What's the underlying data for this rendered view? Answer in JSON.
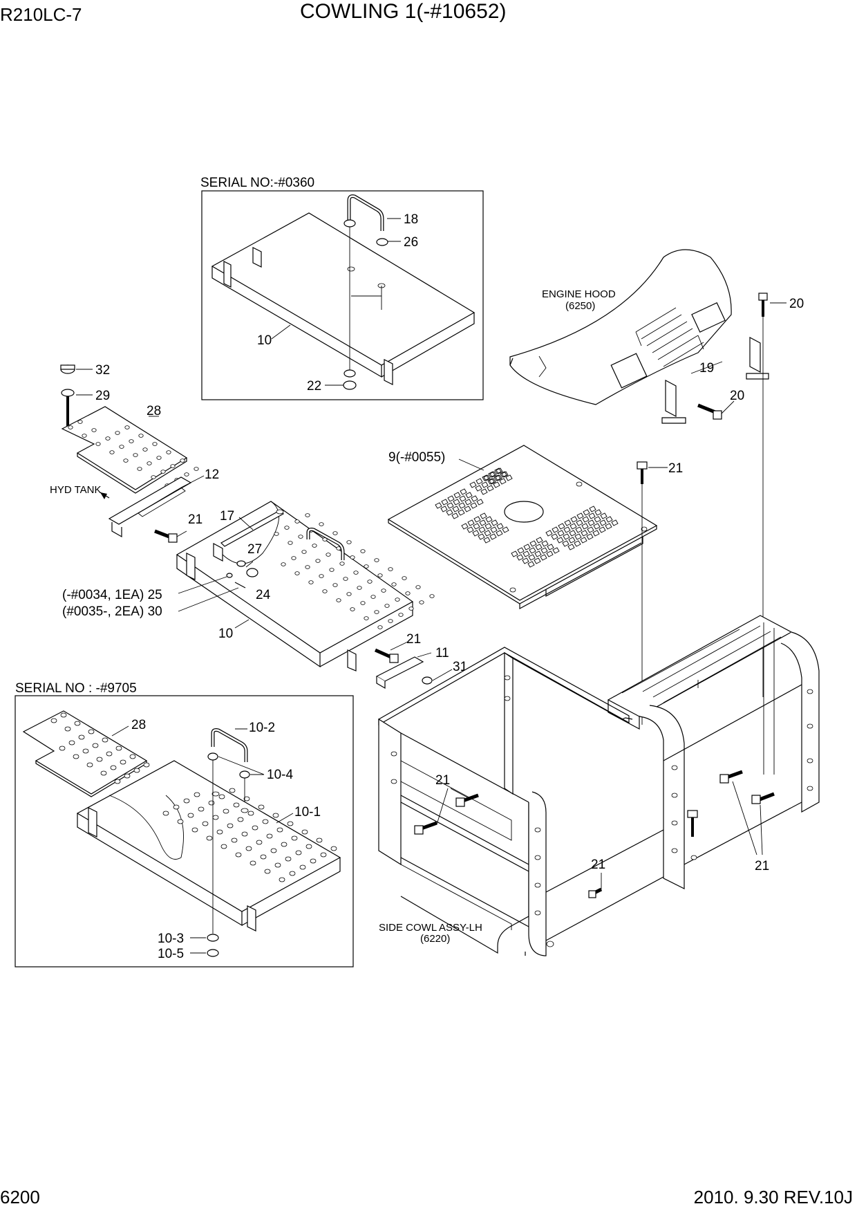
{
  "header": {
    "model": "R210LC-7",
    "title": "COWLING 1(-#10652)"
  },
  "footer": {
    "page_number": "6200",
    "revision": "2010. 9.30 REV.10J"
  },
  "boxes": {
    "top_box_title": "SERIAL NO:-#0360",
    "bottom_box_title": "SERIAL NO : -#9705"
  },
  "references": {
    "engine_hood": "ENGINE HOOD",
    "engine_hood_code": "(6250)",
    "hyd_tank": "HYD TANK",
    "side_cowl": "SIDE COWL ASSY-LH",
    "side_cowl_code": "(6220)"
  },
  "callouts": {
    "c18": "18",
    "c26": "26",
    "c10a": "10",
    "c22": "22",
    "c20a": "20",
    "c19": "19",
    "c20b": "20",
    "c32": "32",
    "c29": "29",
    "c28a": "28",
    "c12": "12",
    "c21a": "21",
    "c17": "17",
    "c27": "27",
    "c25": "(-#0034, 1EA) 25",
    "c24": "24",
    "c30": "(#0035-, 2EA) 30",
    "c10b": "10",
    "c9": "9(-#0055)",
    "c21b": "21",
    "c21c": "21",
    "c11": "11",
    "c31": "31",
    "c28b": "28",
    "c10_2": "10-2",
    "c10_4": "10-4",
    "c10_1": "10-1",
    "c10_3": "10-3",
    "c10_5": "10-5",
    "c21d": "21",
    "c21e": "21",
    "c21f": "21"
  }
}
